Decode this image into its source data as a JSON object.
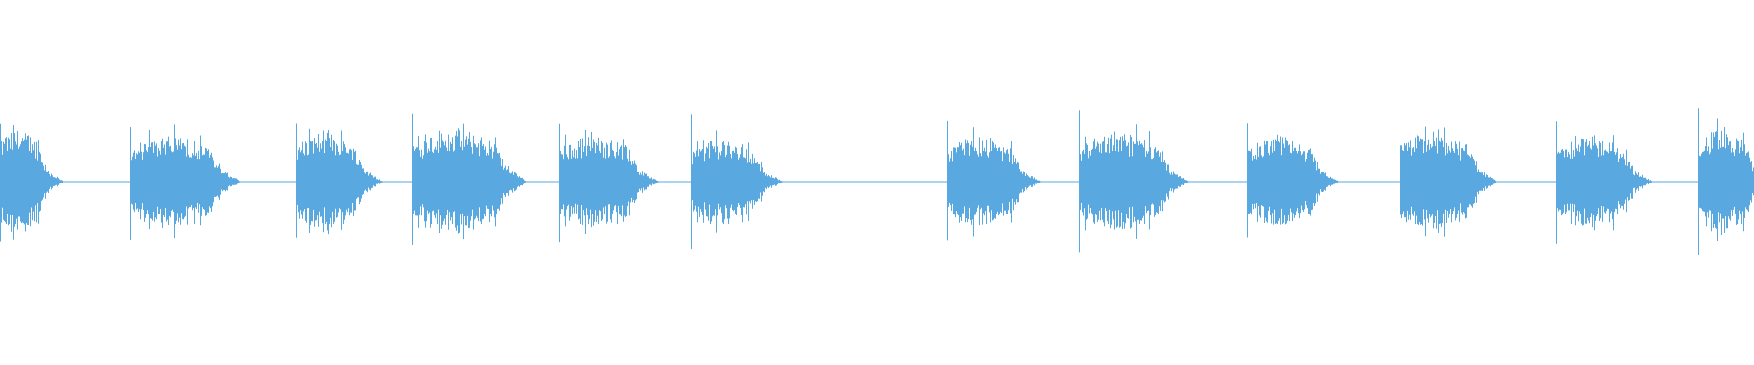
{
  "waveform": {
    "color": "#5aa8e0",
    "baseline_amplitude": 0.006,
    "bursts": [
      {
        "start": 0.0,
        "end": 0.026,
        "amplitude": 0.15,
        "peak": 0.17
      },
      {
        "start": 0.074,
        "end": 0.127,
        "amplitude": 0.13,
        "peak": 0.16
      },
      {
        "start": 0.169,
        "end": 0.208,
        "amplitude": 0.14,
        "peak": 0.17
      },
      {
        "start": 0.235,
        "end": 0.29,
        "amplitude": 0.15,
        "peak": 0.19
      },
      {
        "start": 0.319,
        "end": 0.365,
        "amplitude": 0.13,
        "peak": 0.17
      },
      {
        "start": 0.394,
        "end": 0.436,
        "amplitude": 0.12,
        "peak": 0.19
      },
      {
        "start": 0.54,
        "end": 0.583,
        "amplitude": 0.13,
        "peak": 0.17
      },
      {
        "start": 0.615,
        "end": 0.667,
        "amplitude": 0.14,
        "peak": 0.21
      },
      {
        "start": 0.711,
        "end": 0.753,
        "amplitude": 0.13,
        "peak": 0.17
      },
      {
        "start": 0.798,
        "end": 0.843,
        "amplitude": 0.14,
        "peak": 0.21
      },
      {
        "start": 0.887,
        "end": 0.932,
        "amplitude": 0.13,
        "peak": 0.17
      },
      {
        "start": 0.968,
        "end": 1.0,
        "amplitude": 0.15,
        "peak": 0.22
      }
    ]
  }
}
